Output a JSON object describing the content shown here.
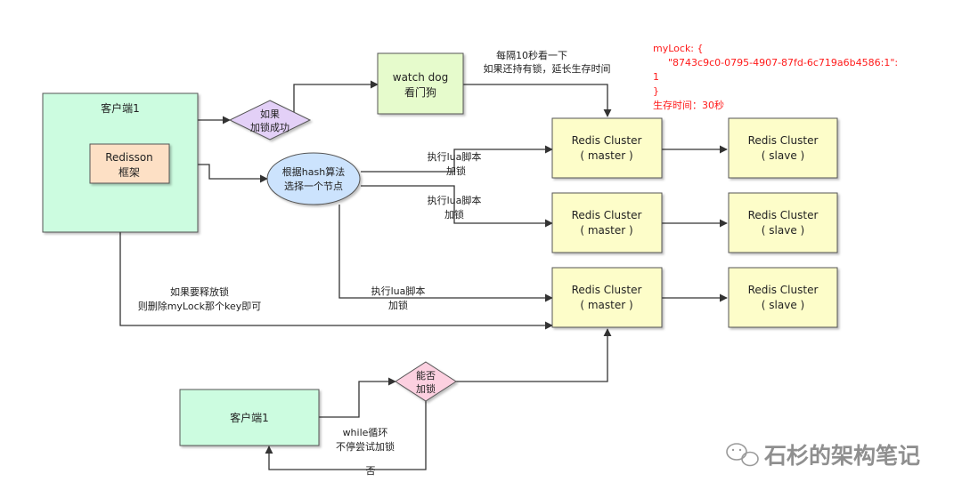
{
  "client_top": {
    "label": "客户端1"
  },
  "redisson": {
    "line1": "Redisson",
    "line2": "框架"
  },
  "lock_success": {
    "line1": "如果",
    "line2": "加锁成功"
  },
  "watchdog": {
    "line1": "watch dog",
    "line2": "看门狗"
  },
  "watchdog_note": {
    "line1": "每隔10秒看一下",
    "line2": "如果还持有锁，延长生存时间"
  },
  "lock_info": {
    "line1": "myLock: {",
    "line2": "\"8743c9c0-0795-4907-87fd-6c719a6b4586:1\":",
    "line3": "1",
    "line4": "}",
    "line5": "生存时间：30秒",
    "color": "#ff1a1a"
  },
  "hash_node": {
    "line1": "根据hash算法",
    "line2": "选择一个节点"
  },
  "lua_label_1": {
    "line1": "执行lua脚本",
    "line2": "加锁"
  },
  "lua_label_2": {
    "line1": "执行lua脚本",
    "line2": "加锁"
  },
  "lua_label_3": {
    "line1": "执行lua脚本",
    "line2": "加锁"
  },
  "cluster_rows": [
    {
      "master": {
        "line1": "Redis Cluster",
        "line2": "( master )"
      },
      "slave": {
        "line1": "Redis Cluster",
        "line2": "( slave )"
      }
    },
    {
      "master": {
        "line1": "Redis Cluster",
        "line2": "( master )"
      },
      "slave": {
        "line1": "Redis Cluster",
        "line2": "( slave )"
      }
    },
    {
      "master": {
        "line1": "Redis Cluster",
        "line2": "( master )"
      },
      "slave": {
        "line1": "Redis Cluster",
        "line2": "( slave )"
      }
    }
  ],
  "release_note": {
    "line1": "如果要释放锁",
    "line2": "则删除myLock那个key即可"
  },
  "client_bottom": {
    "label": "客户端1"
  },
  "can_lock": {
    "line1": "能否",
    "line2": "加锁"
  },
  "retry_note": {
    "line1": "while循环",
    "line2": "不停尝试加锁"
  },
  "no_label": "否",
  "watermark": {
    "text": "石杉的架构笔记",
    "icon": "wechat-icon"
  },
  "colors": {
    "client_fill": "#ccfce0",
    "redisson_fill": "#fde0c5",
    "watchdog_fill": "#e6fbcc",
    "cluster_fill": "#fdfdc9",
    "lock_success_fill": "#e3d0f7",
    "hash_fill": "#cce3fd",
    "can_lock_fill": "#fcd0e0"
  }
}
